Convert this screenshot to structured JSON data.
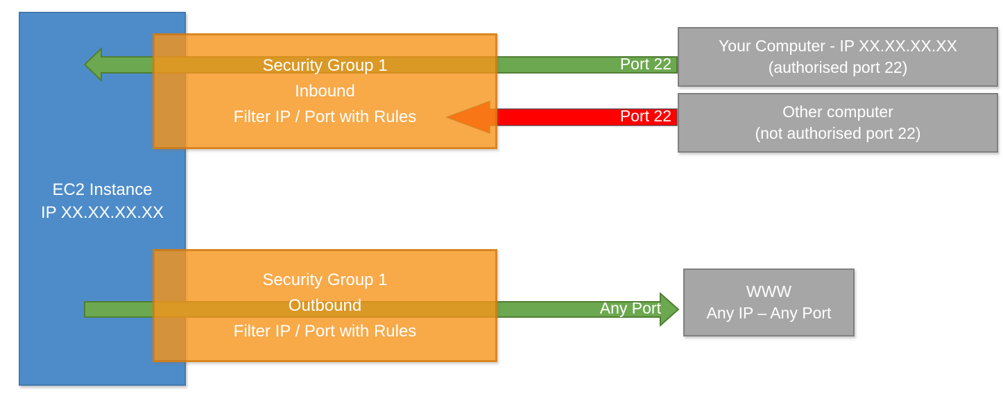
{
  "colors": {
    "instance_fill": "#4E8CC9",
    "security_group_fill": "#F6A23A",
    "allowed_arrow_green": "#6CA84F",
    "blocked_arrow_red": "#FF0000",
    "external_box_gray": "#A6A6A6"
  },
  "ec2_instance": {
    "name": "EC2 Instance",
    "ip": "IP XX.XX.XX.XX"
  },
  "security_group_inbound": {
    "title": "Security Group 1",
    "direction": "Inbound",
    "description": "Filter IP / Port with Rules"
  },
  "security_group_outbound": {
    "title": "Security Group 1",
    "direction": "Outbound",
    "description": "Filter IP / Port with Rules"
  },
  "your_computer": {
    "line1": "Your Computer - IP XX.XX.XX.XX",
    "line2": "(authorised port 22)"
  },
  "other_computer": {
    "line1": "Other computer",
    "line2": "(not authorised port 22)"
  },
  "www": {
    "line1": "WWW",
    "line2": "Any IP – Any Port"
  },
  "arrow_labels": {
    "inbound_allowed": "Port 22",
    "inbound_blocked": "Port 22",
    "outbound": "Any Port"
  }
}
